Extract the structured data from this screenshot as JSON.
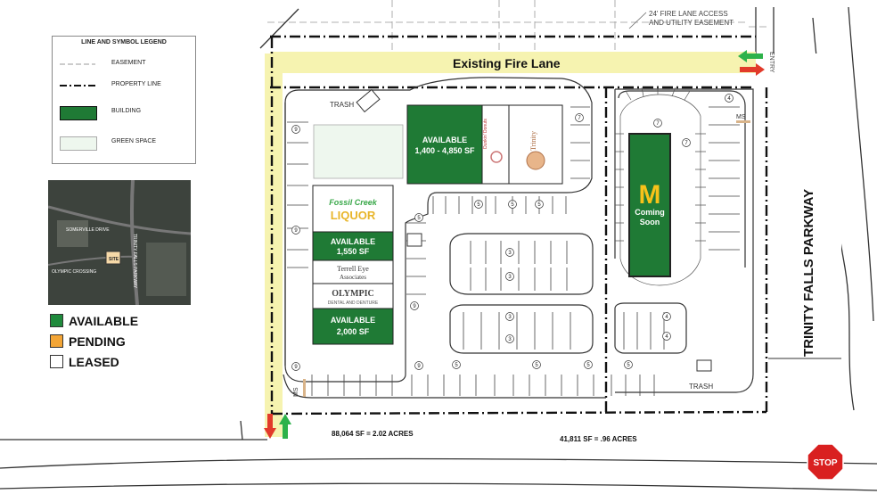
{
  "legend": {
    "title": "LINE AND SYMBOL LEGEND",
    "items": [
      {
        "label": "EASEMENT",
        "symbol": "dashed-line"
      },
      {
        "label": "PROPERTY LINE",
        "symbol": "dash-dot-line"
      },
      {
        "label": "BUILDING",
        "symbol": "green-box",
        "color": "#1f7a35"
      },
      {
        "label": "GREEN SPACE",
        "symbol": "pale-box",
        "color": "#eef7ee"
      }
    ]
  },
  "aerial": {
    "labels": [
      "SOMERVILLE DRIVE",
      "SITE",
      "OLYMPIC CROSSING",
      "TRINITY FALLS PARKWAY"
    ]
  },
  "status_legend": [
    {
      "label": "AVAILABLE",
      "color": "#1f8a3c"
    },
    {
      "label": "PENDING",
      "color": "#f3a536"
    },
    {
      "label": "LEASED",
      "color": "#ffffff"
    }
  ],
  "map": {
    "fire_lane_label": "Existing Fire Lane",
    "easement_note_line1": "24' FIRE LANE ACCESS",
    "easement_note_line2": "AND UTILITY EASEMENT",
    "entry_label": "ENTRY",
    "trash_labels": [
      "TRASH",
      "TRASH"
    ],
    "ms_labels": [
      "MS",
      "MS"
    ],
    "road_name": "TRINITY FALLS PARKWAY",
    "acreage_left": "88,064 SF = 2.02 ACRES",
    "acreage_right": "41,811 SF = .96 ACRES",
    "stop_sign": "STOP",
    "parking_counts": [
      "9",
      "9",
      "9",
      "5",
      "5",
      "5",
      "5",
      "9",
      "3",
      "3",
      "3",
      "3",
      "9",
      "7",
      "5",
      "5",
      "5",
      "5",
      "4",
      "4",
      "7",
      "7",
      "4"
    ],
    "buildings": {
      "top_available_line1": "AVAILABLE",
      "top_available_line2": "1,400 - 4,850 SF",
      "tenant_a": "Dunkin' Donuts",
      "tenant_b": "Trinity",
      "liquor_logo_line1": "Fossil Creek",
      "liquor_logo_line2": "LIQUOR",
      "mid_available_line1": "AVAILABLE",
      "mid_available_line2": "1,550 SF",
      "terrell_line1": "Terrell Eye",
      "terrell_line2": "Associates",
      "olympic_line1": "OLYMPIC",
      "olympic_line2": "DENTAL AND DENTURE",
      "bottom_available_line1": "AVAILABLE",
      "bottom_available_line2": "2,000 SF",
      "mcd_logo": "M",
      "mcd_line1": "Coming",
      "mcd_line2": "Soon"
    }
  }
}
